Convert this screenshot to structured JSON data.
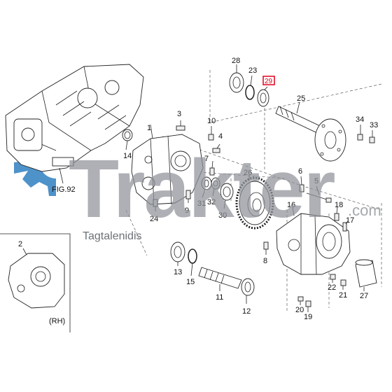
{
  "callouts": {
    "c1": "1",
    "c2": "2",
    "c3": "3",
    "c4": "4",
    "c5": "5",
    "c6": "6",
    "c7": "7",
    "c8": "8",
    "c9": "9",
    "c10": "10",
    "c11": "11",
    "c12": "12",
    "c13": "13",
    "c14": "14",
    "c15": "15",
    "c16": "16",
    "c17": "17",
    "c18": "18",
    "c19": "19",
    "c20": "20",
    "c21": "21",
    "c22": "22",
    "c23": "23",
    "c24": "24",
    "c25": "25",
    "c26": "26",
    "c27": "27",
    "c28": "28",
    "c29": "29",
    "c30": "30",
    "c31": "31",
    "c32": "32",
    "c33": "33",
    "c34": "34"
  },
  "fig_ref": "FIG.92",
  "inset_label": "(RH)",
  "watermark": {
    "brand": "Trakter",
    "domain": ".com",
    "tagline": "Tagtalenidis"
  },
  "colors": {
    "highlight": "#e0001b",
    "watermark": "#8f9399",
    "gear_logo": "#2f7fc1"
  }
}
